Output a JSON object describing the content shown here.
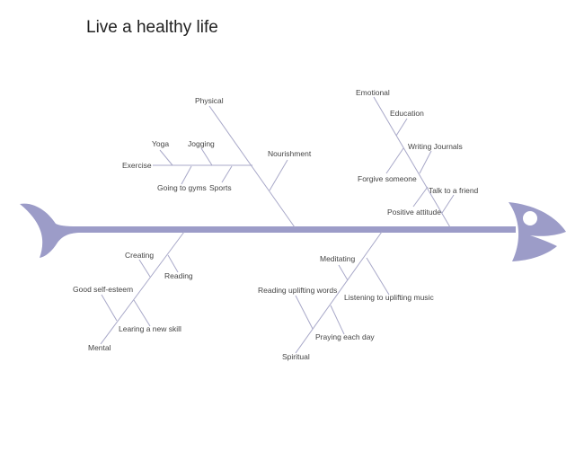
{
  "title": "Live a healthy life",
  "colors": {
    "fish": "#9c9cc8",
    "bone": "#a8a8c8",
    "text": "#444444"
  },
  "categories": {
    "physical": {
      "label": "Physical",
      "causes": {
        "exercise": "Exercise",
        "yoga": "Yoga",
        "jogging": "Jogging",
        "gyms": "Going to gyms",
        "sports": "Sports",
        "nourishment": "Nourishment"
      }
    },
    "emotional": {
      "label": "Emotional",
      "causes": {
        "education": "Education",
        "journals": "Writing Journals",
        "forgive": "Forgive someone",
        "friend": "Talk to a friend",
        "attitude": "Positive attitude"
      }
    },
    "mental": {
      "label": "Mental",
      "causes": {
        "creating": "Creating",
        "reading": "Reading",
        "esteem": "Good self-esteem",
        "skill": "Learing a new skill"
      }
    },
    "spiritual": {
      "label": "Spiritual",
      "causes": {
        "meditating": "Meditating",
        "music": "Listening to uplifting music",
        "words": "Reading uplifting words",
        "praying": "Praying each day"
      }
    }
  }
}
